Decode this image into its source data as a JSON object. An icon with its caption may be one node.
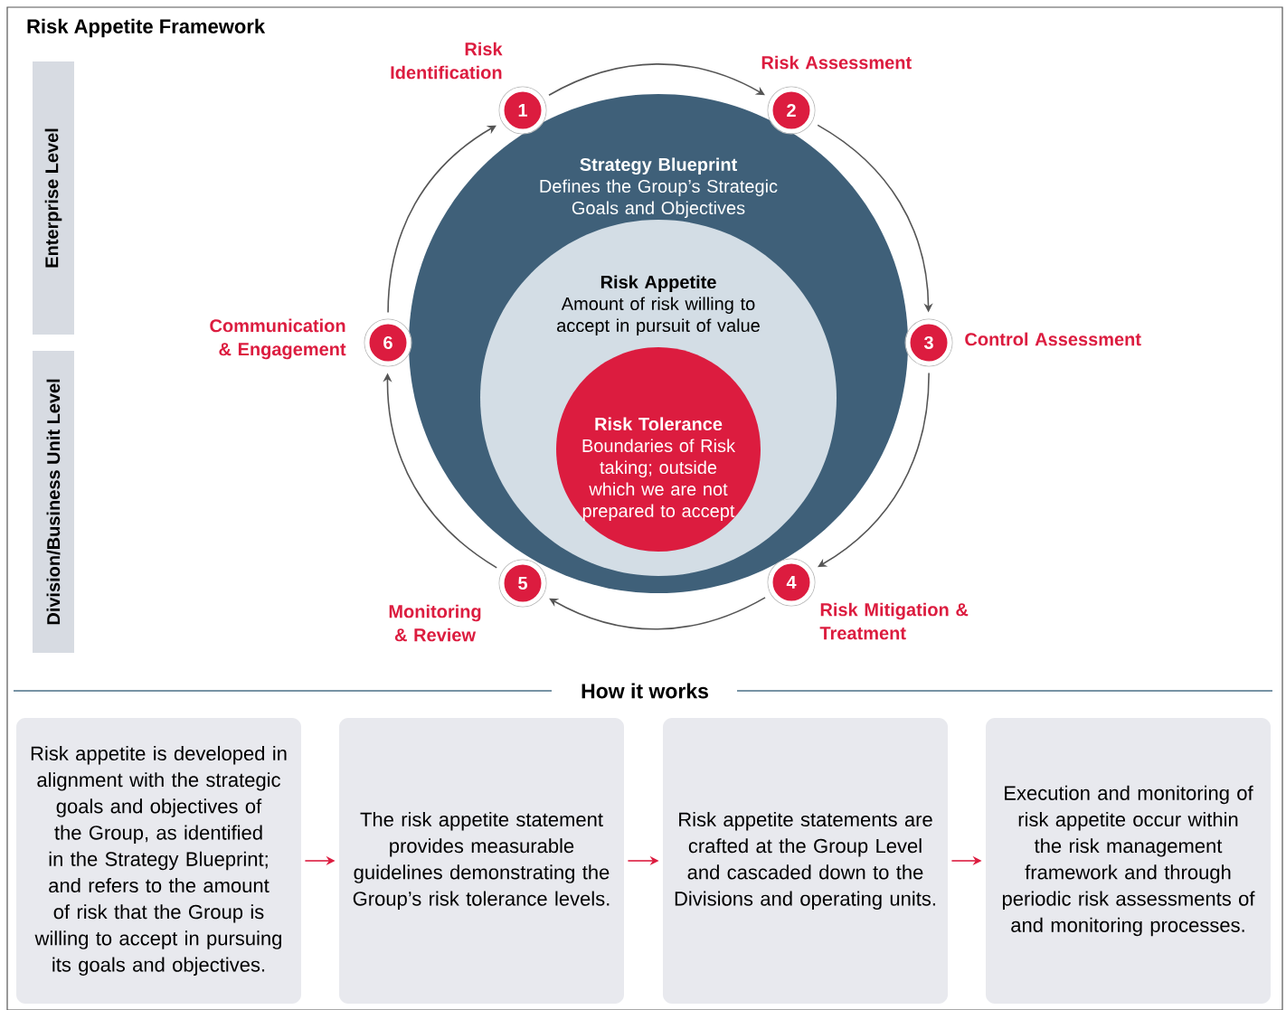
{
  "diagram": {
    "title": "Risk Appetite Framework",
    "nodes": [
      {
        "text": [
          "Strategy Blueprint",
          "Defines the Group’s Strategic Goals and Objectives"
        ]
      },
      {
        "text": [
          "Risk Appetite",
          "Amount of risk willing to accept in pursuit of value"
        ],
        "in": 0
      },
      {
        "text": [
          "Risk Tolerance",
          "Boundaries of Risk taking; outside which we are not prepared to accept"
        ],
        "in": 1
      },
      {
        "text": [
          "1"
        ],
        "beside": [
          "Risk Identification"
        ]
      },
      {
        "text": [
          "2"
        ],
        "beside": [
          "Risk Assessment"
        ]
      },
      {
        "text": [
          "3"
        ],
        "beside": [
          "Control Assessment"
        ]
      },
      {
        "text": [
          "4"
        ],
        "beside": [
          "Risk Mitigation & Treatment"
        ]
      },
      {
        "text": [
          "5"
        ],
        "beside": [
          "Monitoring & Review"
        ]
      },
      {
        "text": [
          "6"
        ],
        "beside": [
          "Communication & Engagement"
        ]
      },
      {
        "text": [
          "Enterprise Level"
        ]
      },
      {
        "text": [
          "Division/Business Unit Level"
        ]
      },
      {
        "text": [
          "Risk appetite is developed in alignment with the strategic goals and objectives of the Group, as identified in the Strategy Blueprint; and refers to the amount of risk that the Group is willing to accept in pursuing its goals and objectives."
        ]
      },
      {
        "text": [
          "The risk appetite statement provides measurable guidelines demonstrating the Group’s risk tolerance levels."
        ]
      },
      {
        "text": [
          "Risk appetite statements are crafted at the Group Level and cascaded down to the Divisions and operating units."
        ]
      },
      {
        "text": [
          "Execution and monitoring of risk appetite occur within the risk management framework and through periodic risk assessments of and monitoring processes."
        ]
      }
    ],
    "edges": [
      {
        "from": 3,
        "to": 4,
        "arrow": "to"
      },
      {
        "from": 4,
        "to": 5,
        "arrow": "to"
      },
      {
        "from": 5,
        "to": 6,
        "arrow": "to"
      },
      {
        "from": 6,
        "to": 7,
        "arrow": "to"
      },
      {
        "from": 7,
        "to": 8,
        "arrow": "to"
      },
      {
        "from": 8,
        "to": 3,
        "arrow": "to"
      },
      {
        "from": 11,
        "to": 12,
        "arrow": "to",
        "color": "#dc1c3f"
      },
      {
        "from": 12,
        "to": 13,
        "arrow": "to",
        "color": "#dc1c3f"
      },
      {
        "from": 13,
        "to": 14,
        "arrow": "to",
        "color": "#dc1c3f"
      }
    ],
    "labels": [
      "How it works"
    ]
  }
}
